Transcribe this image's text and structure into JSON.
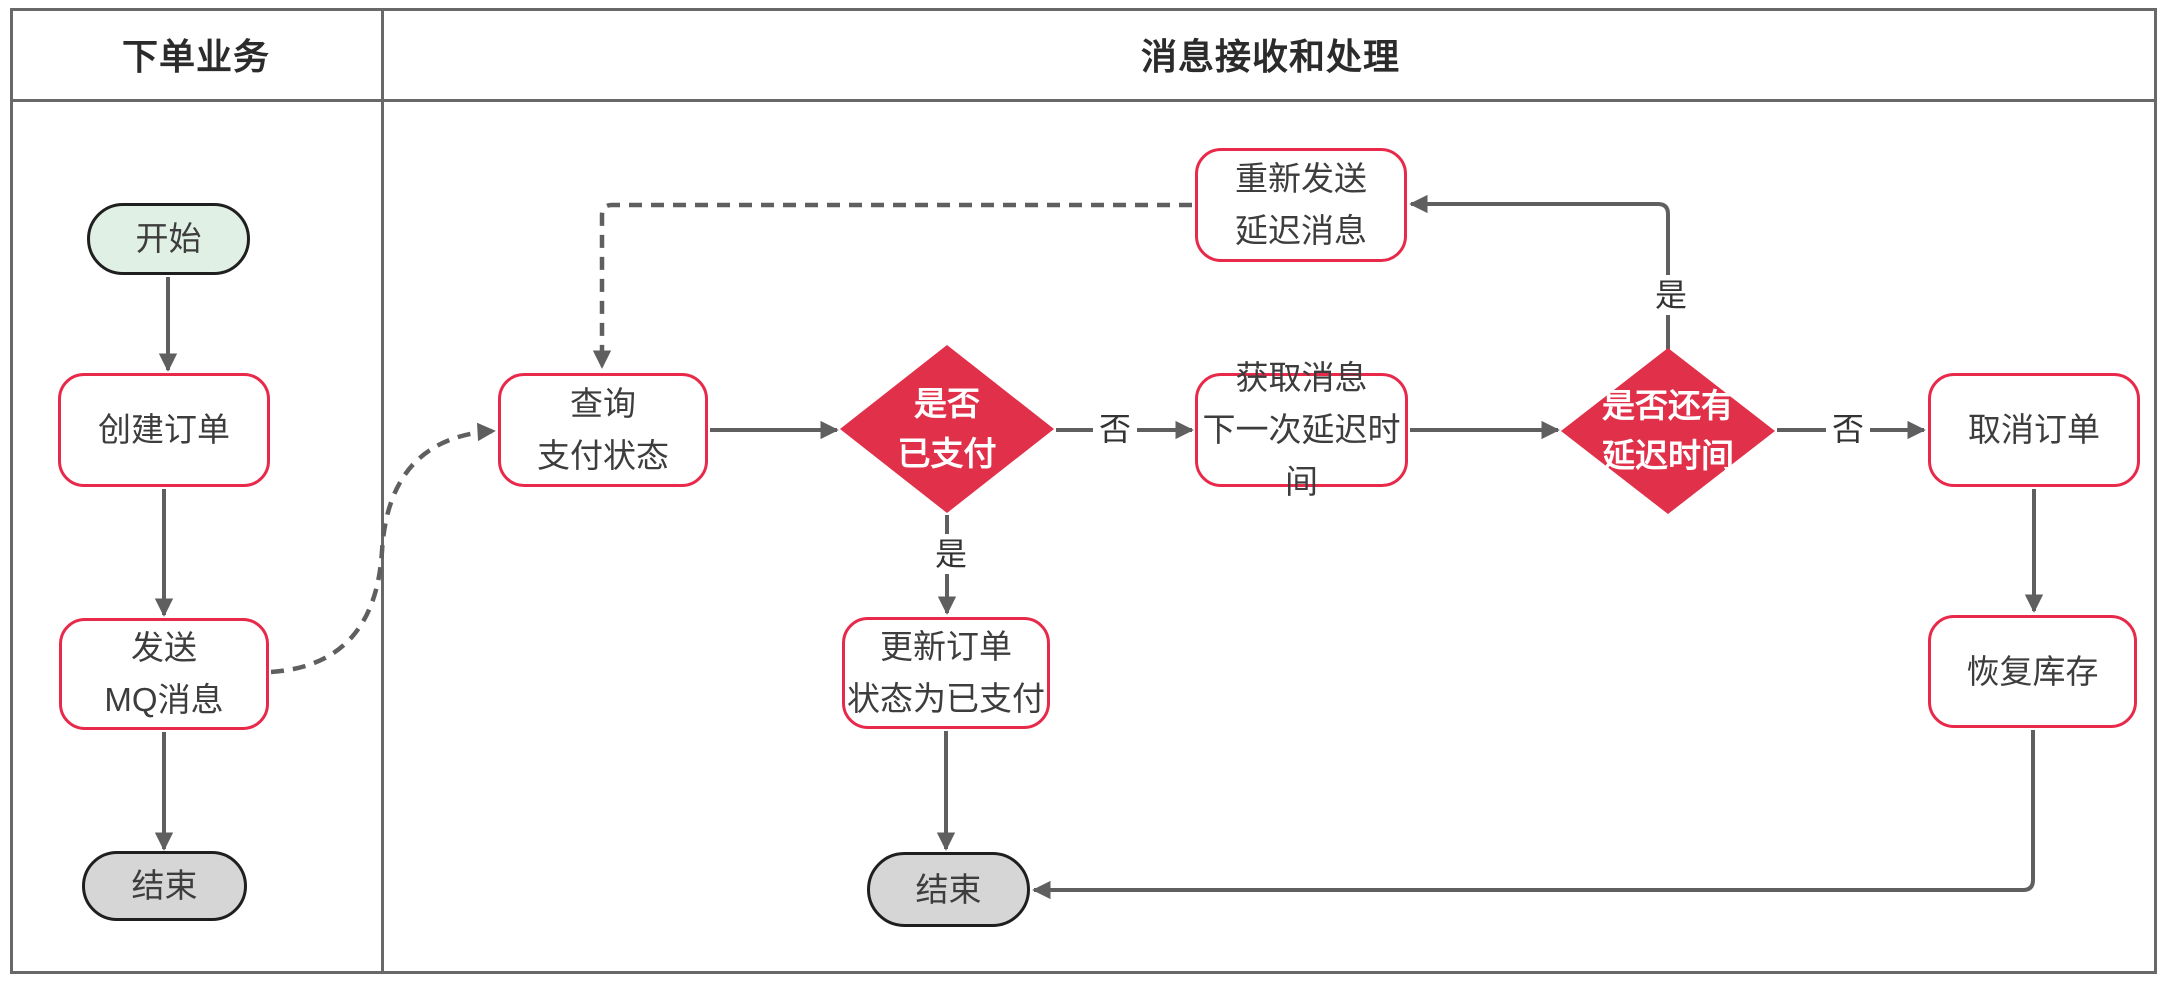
{
  "lanes": {
    "left_title": "下单业务",
    "right_title": "消息接收和处理"
  },
  "nodes": {
    "start": {
      "label": "开始"
    },
    "create_order": {
      "label": "创建订单"
    },
    "send_mq": {
      "line1": "发送",
      "line2": "MQ消息"
    },
    "end_left": {
      "label": "结束"
    },
    "query_pay": {
      "line1": "查询",
      "line2": "支付状态"
    },
    "is_paid": {
      "line1": "是否",
      "line2": "已支付"
    },
    "update_order": {
      "line1": "更新订单",
      "line2": "状态为已支付"
    },
    "end_main": {
      "label": "结束"
    },
    "get_msg": {
      "line1": "获取消息",
      "line2": "下一次延迟时间"
    },
    "resend": {
      "line1": "重新发送",
      "line2": "延迟消息"
    },
    "has_delay": {
      "line1": "是否还有",
      "line2": "延迟时间"
    },
    "cancel_order": {
      "label": "取消订单"
    },
    "restore_stock": {
      "label": "恢复库存"
    }
  },
  "edge_labels": {
    "is_paid_no": "否",
    "is_paid_yes": "是",
    "has_delay_yes": "是",
    "has_delay_no": "否"
  },
  "colors": {
    "accent_red": "#e13049",
    "node_border_red": "#e8294a",
    "arrow_grey": "#5f5f5f",
    "lane_border_grey": "#686868",
    "start_fill_green": "#e1f0e5",
    "end_fill_grey": "#d6d6d6"
  }
}
